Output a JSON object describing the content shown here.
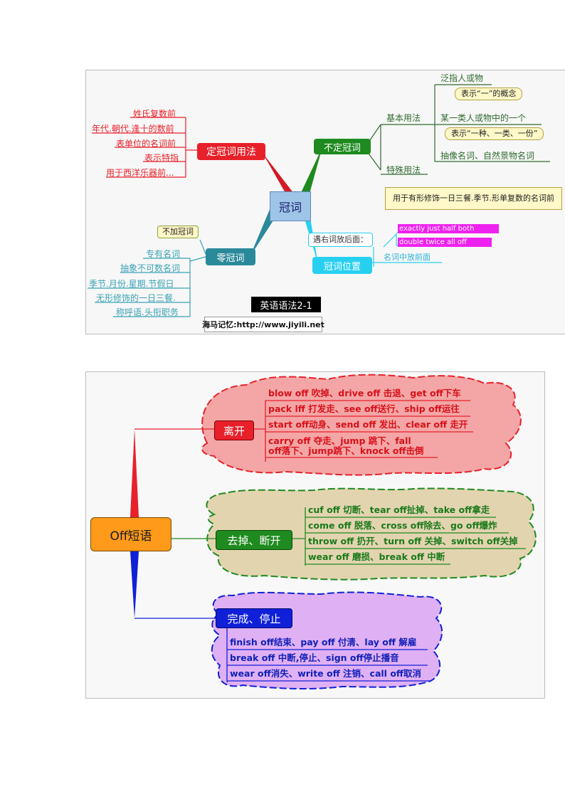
{
  "mindmap1": {
    "center": "冠词",
    "definite": {
      "label": "定冠词用法",
      "items": [
        "姓氏复数前",
        "年代.朝代.逢十的数前",
        "表单位的名词前",
        "表示特指",
        "用于西洋乐器前..."
      ]
    },
    "indefinite": {
      "label": "不定冠词",
      "basic_label": "基本用法",
      "basic_items": [
        "泛指人或物",
        "表示“一”的概念",
        "某一类人或物中的一个",
        "表示“一种、一类、一份”",
        "抽像名词、自然景物名词"
      ],
      "special_label": "特殊用法",
      "special_note": "用于有形修饰一日三餐.季节.形单复数的名词前"
    },
    "zero": {
      "label": "零冠词",
      "note": "不加冠词",
      "items": [
        "专有名词",
        "抽象不可数名词",
        "季节.月份.星期.节假日",
        "无形修饰的一日三餐.",
        "称呼语.头衔职务"
      ]
    },
    "position": {
      "label": "冠词位置",
      "rule": "遇右词放后面：",
      "words1": "exactly  just  half  both",
      "words2": "double  twice  all  off",
      "middle": "名词中放前面"
    },
    "title": "英语语法2-1",
    "site": "海马记忆:http://www.jiyili.net"
  },
  "mindmap2": {
    "center": "Off短语",
    "branches": [
      {
        "label": "离开",
        "phrases": [
          "blow off 吹掉、drive off 击退、get off下车",
          "pack lff 打发走、see off送行、ship off运往",
          "start off动身、send off 发出、clear off 走开",
          "carry off 夺走、jump 跳下、fall",
          "off落下、jump跳下、knock off击倒"
        ]
      },
      {
        "label": "去掉、断开",
        "phrases": [
          "cuf off 切断、tear off扯掉、take off拿走",
          "come off 脱落、cross off除去、go off爆炸",
          "throw  off 扔开、turn off 关掉、switch off关掉",
          "wear off 磨损、break off 中断"
        ]
      },
      {
        "label": "完成、停止",
        "phrases": [
          "finish off结束、pay off 付清、lay off 解雇",
          "break off 中断,停止、sign off停止播音",
          "wear off消失、write off 注销、call off取消"
        ]
      }
    ]
  },
  "colors": {
    "red": "#e8202a",
    "green": "#1f8a1f",
    "blue": "#1020d8",
    "orange": "#ff9a1a",
    "cyan": "#28d0f0",
    "magenta": "#ee22ee",
    "teal": "#2a8a9a"
  }
}
